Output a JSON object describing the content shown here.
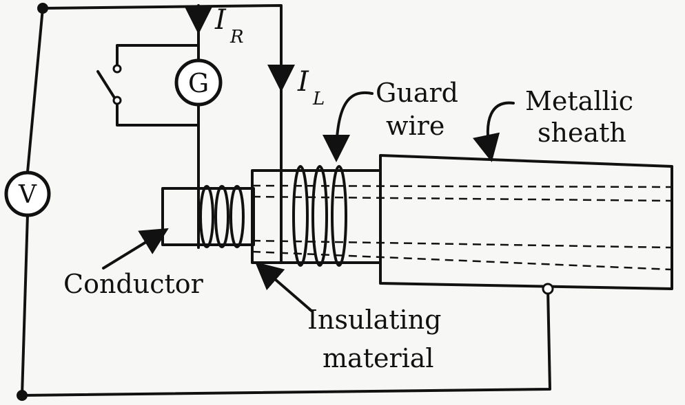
{
  "labels": {
    "current_r": "I",
    "current_r_sub": "R",
    "current_l": "I",
    "current_l_sub": "L",
    "galvanometer": "G",
    "voltmeter": "V",
    "guard_wire_line1": "Guard",
    "guard_wire_line2": "wire",
    "sheath_line1": "Metallic",
    "sheath_line2": "sheath",
    "conductor": "Conductor",
    "insulation_line1": "Insulating",
    "insulation_line2": "material"
  },
  "colors": {
    "ink": "#111111",
    "paper": "#f7f7f5"
  }
}
